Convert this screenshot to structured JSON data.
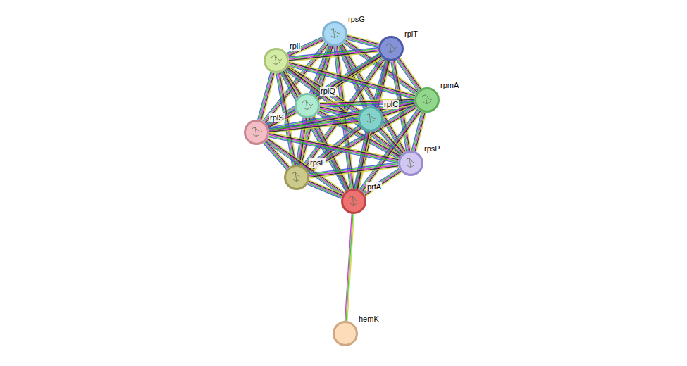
{
  "diagram": {
    "nodes": [
      {
        "text": [
          "rpsG"
        ]
      },
      {
        "text": [
          "rplT"
        ]
      },
      {
        "text": [
          "rplI"
        ]
      },
      {
        "text": [
          "rplQ"
        ]
      },
      {
        "text": [
          "rpmA"
        ]
      },
      {
        "text": [
          "rplC"
        ]
      },
      {
        "text": [
          "rplS"
        ]
      },
      {
        "text": [
          "rpsP"
        ]
      },
      {
        "text": [
          "rpsL"
        ]
      },
      {
        "text": [
          "prfA"
        ]
      },
      {
        "text": [
          "hemK"
        ]
      }
    ],
    "edges": [
      {
        "from": 0,
        "to": 1,
        "arrow": "none"
      },
      {
        "from": 0,
        "to": 2,
        "arrow": "none"
      },
      {
        "from": 0,
        "to": 3,
        "arrow": "none"
      },
      {
        "from": 0,
        "to": 4,
        "arrow": "none"
      },
      {
        "from": 0,
        "to": 5,
        "arrow": "none"
      },
      {
        "from": 0,
        "to": 6,
        "arrow": "none"
      },
      {
        "from": 0,
        "to": 7,
        "arrow": "none"
      },
      {
        "from": 0,
        "to": 8,
        "arrow": "none"
      },
      {
        "from": 0,
        "to": 9,
        "arrow": "none"
      },
      {
        "from": 1,
        "to": 2,
        "arrow": "none"
      },
      {
        "from": 1,
        "to": 3,
        "arrow": "none"
      },
      {
        "from": 1,
        "to": 4,
        "arrow": "none"
      },
      {
        "from": 1,
        "to": 5,
        "arrow": "none"
      },
      {
        "from": 1,
        "to": 6,
        "arrow": "none"
      },
      {
        "from": 1,
        "to": 7,
        "arrow": "none"
      },
      {
        "from": 1,
        "to": 8,
        "arrow": "none"
      },
      {
        "from": 1,
        "to": 9,
        "arrow": "none"
      },
      {
        "from": 2,
        "to": 3,
        "arrow": "none"
      },
      {
        "from": 2,
        "to": 4,
        "arrow": "none"
      },
      {
        "from": 2,
        "to": 5,
        "arrow": "none"
      },
      {
        "from": 2,
        "to": 6,
        "arrow": "none"
      },
      {
        "from": 2,
        "to": 7,
        "arrow": "none"
      },
      {
        "from": 2,
        "to": 8,
        "arrow": "none"
      },
      {
        "from": 2,
        "to": 9,
        "arrow": "none"
      },
      {
        "from": 3,
        "to": 4,
        "arrow": "none"
      },
      {
        "from": 3,
        "to": 5,
        "arrow": "none"
      },
      {
        "from": 3,
        "to": 6,
        "arrow": "none"
      },
      {
        "from": 3,
        "to": 7,
        "arrow": "none"
      },
      {
        "from": 3,
        "to": 8,
        "arrow": "none"
      },
      {
        "from": 3,
        "to": 9,
        "arrow": "none"
      },
      {
        "from": 4,
        "to": 5,
        "arrow": "none"
      },
      {
        "from": 4,
        "to": 6,
        "arrow": "none"
      },
      {
        "from": 4,
        "to": 7,
        "arrow": "none"
      },
      {
        "from": 4,
        "to": 8,
        "arrow": "none"
      },
      {
        "from": 4,
        "to": 9,
        "arrow": "none"
      },
      {
        "from": 5,
        "to": 6,
        "arrow": "none"
      },
      {
        "from": 5,
        "to": 7,
        "arrow": "none"
      },
      {
        "from": 5,
        "to": 8,
        "arrow": "none"
      },
      {
        "from": 5,
        "to": 9,
        "arrow": "none"
      },
      {
        "from": 6,
        "to": 7,
        "arrow": "none"
      },
      {
        "from": 6,
        "to": 8,
        "arrow": "none"
      },
      {
        "from": 6,
        "to": 9,
        "arrow": "none"
      },
      {
        "from": 7,
        "to": 8,
        "arrow": "none"
      },
      {
        "from": 7,
        "to": 9,
        "arrow": "none"
      },
      {
        "from": 8,
        "to": 9,
        "arrow": "none"
      },
      {
        "from": 9,
        "to": 10,
        "arrow": "none"
      }
    ]
  }
}
